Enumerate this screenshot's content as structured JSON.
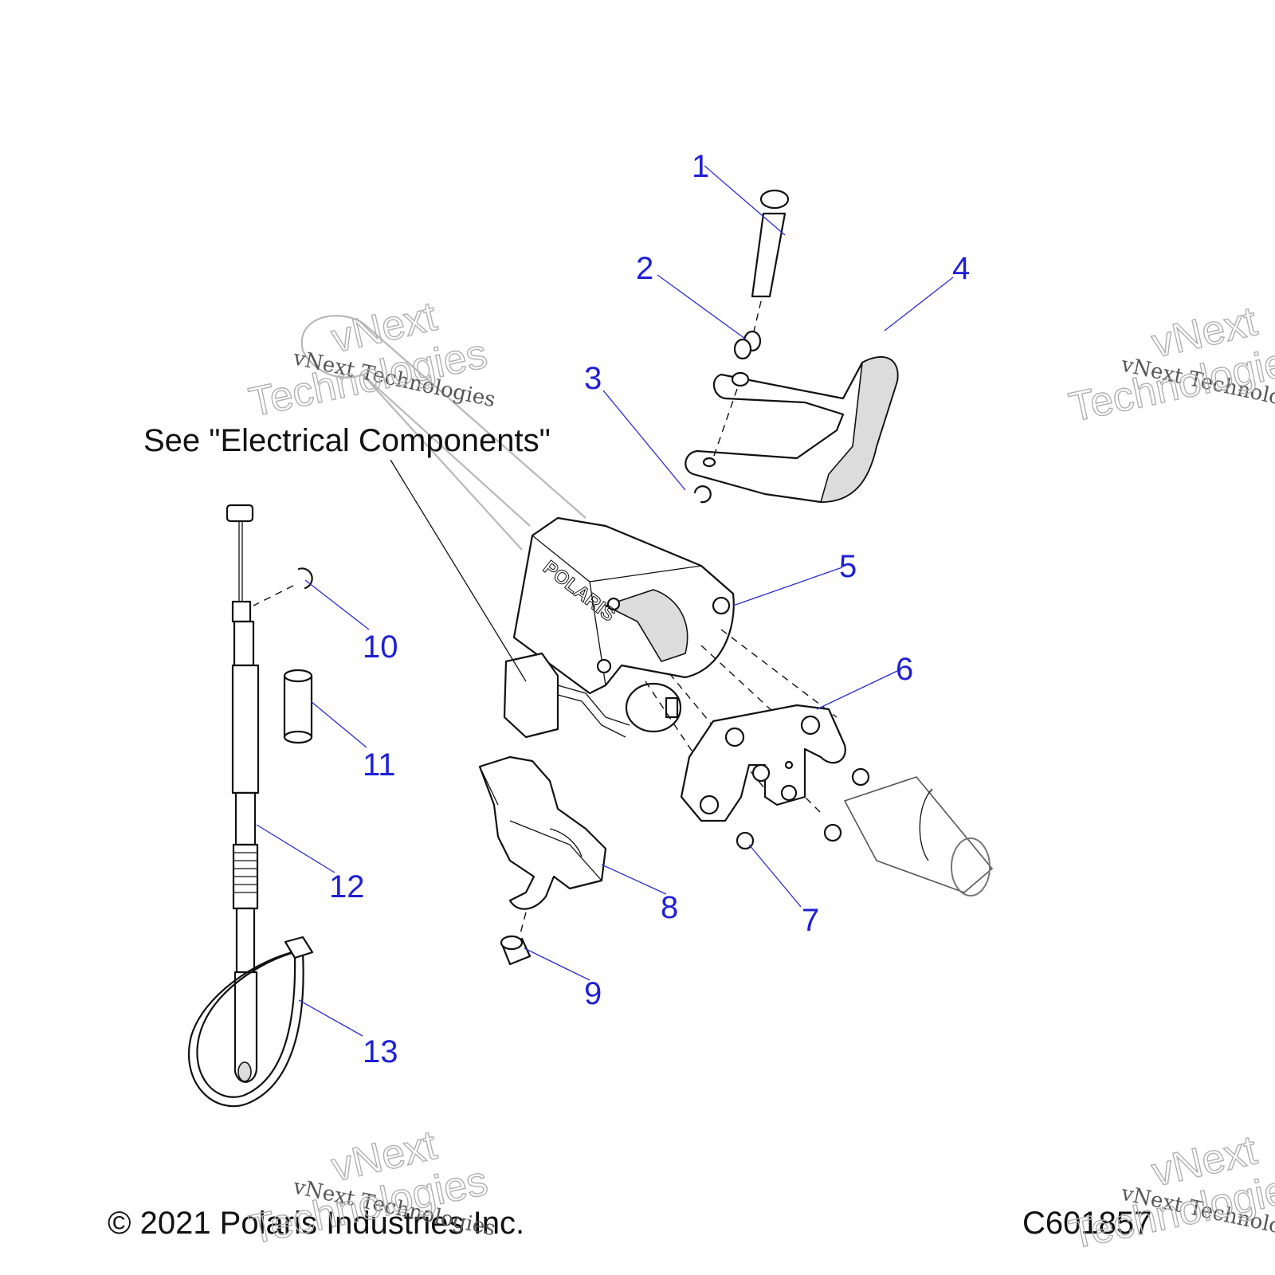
{
  "note": "See \"Electrical Components\"",
  "copyright": "© 2021 Polaris Industries Inc.",
  "drawing_number": "C601857",
  "watermark": {
    "line1": "vNext Technologies",
    "line2a": "vNext",
    "line2b": "Technologies"
  },
  "brand_mark": "POLARIS",
  "callouts": [
    "1",
    "2",
    "3",
    "4",
    "5",
    "6",
    "7",
    "8",
    "9",
    "10",
    "11",
    "12",
    "13"
  ]
}
